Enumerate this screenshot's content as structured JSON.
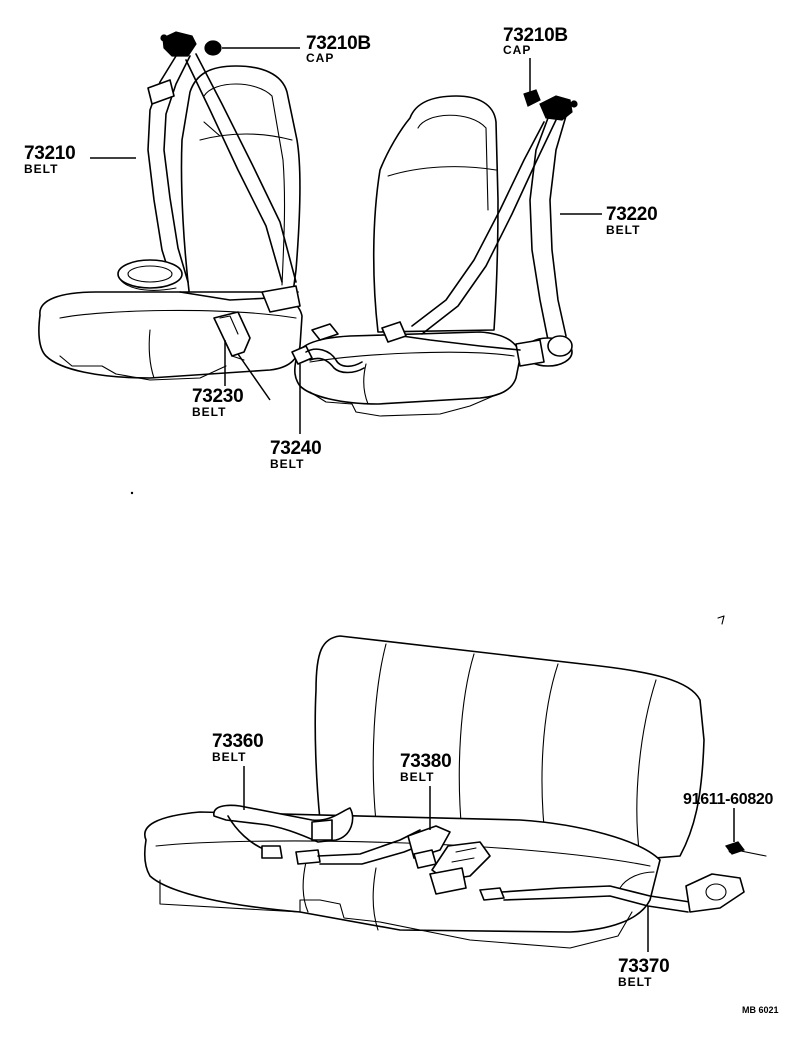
{
  "callouts": [
    {
      "id": "73210B-left",
      "number": "73210B",
      "name": "CAP"
    },
    {
      "id": "73210B-right",
      "number": "73210B",
      "name": "CAP"
    },
    {
      "id": "73210",
      "number": "73210",
      "name": "BELT"
    },
    {
      "id": "73220",
      "number": "73220",
      "name": "BELT"
    },
    {
      "id": "73230",
      "number": "73230",
      "name": "BELT"
    },
    {
      "id": "73240",
      "number": "73240",
      "name": "BELT"
    },
    {
      "id": "73360",
      "number": "73360",
      "name": "BELT"
    },
    {
      "id": "73380",
      "number": "73380",
      "name": "BELT"
    },
    {
      "id": "91611-60820",
      "number": "91611-60820",
      "name": ""
    },
    {
      "id": "73370",
      "number": "73370",
      "name": "BELT"
    }
  ],
  "drawing_code": "MB 6021"
}
